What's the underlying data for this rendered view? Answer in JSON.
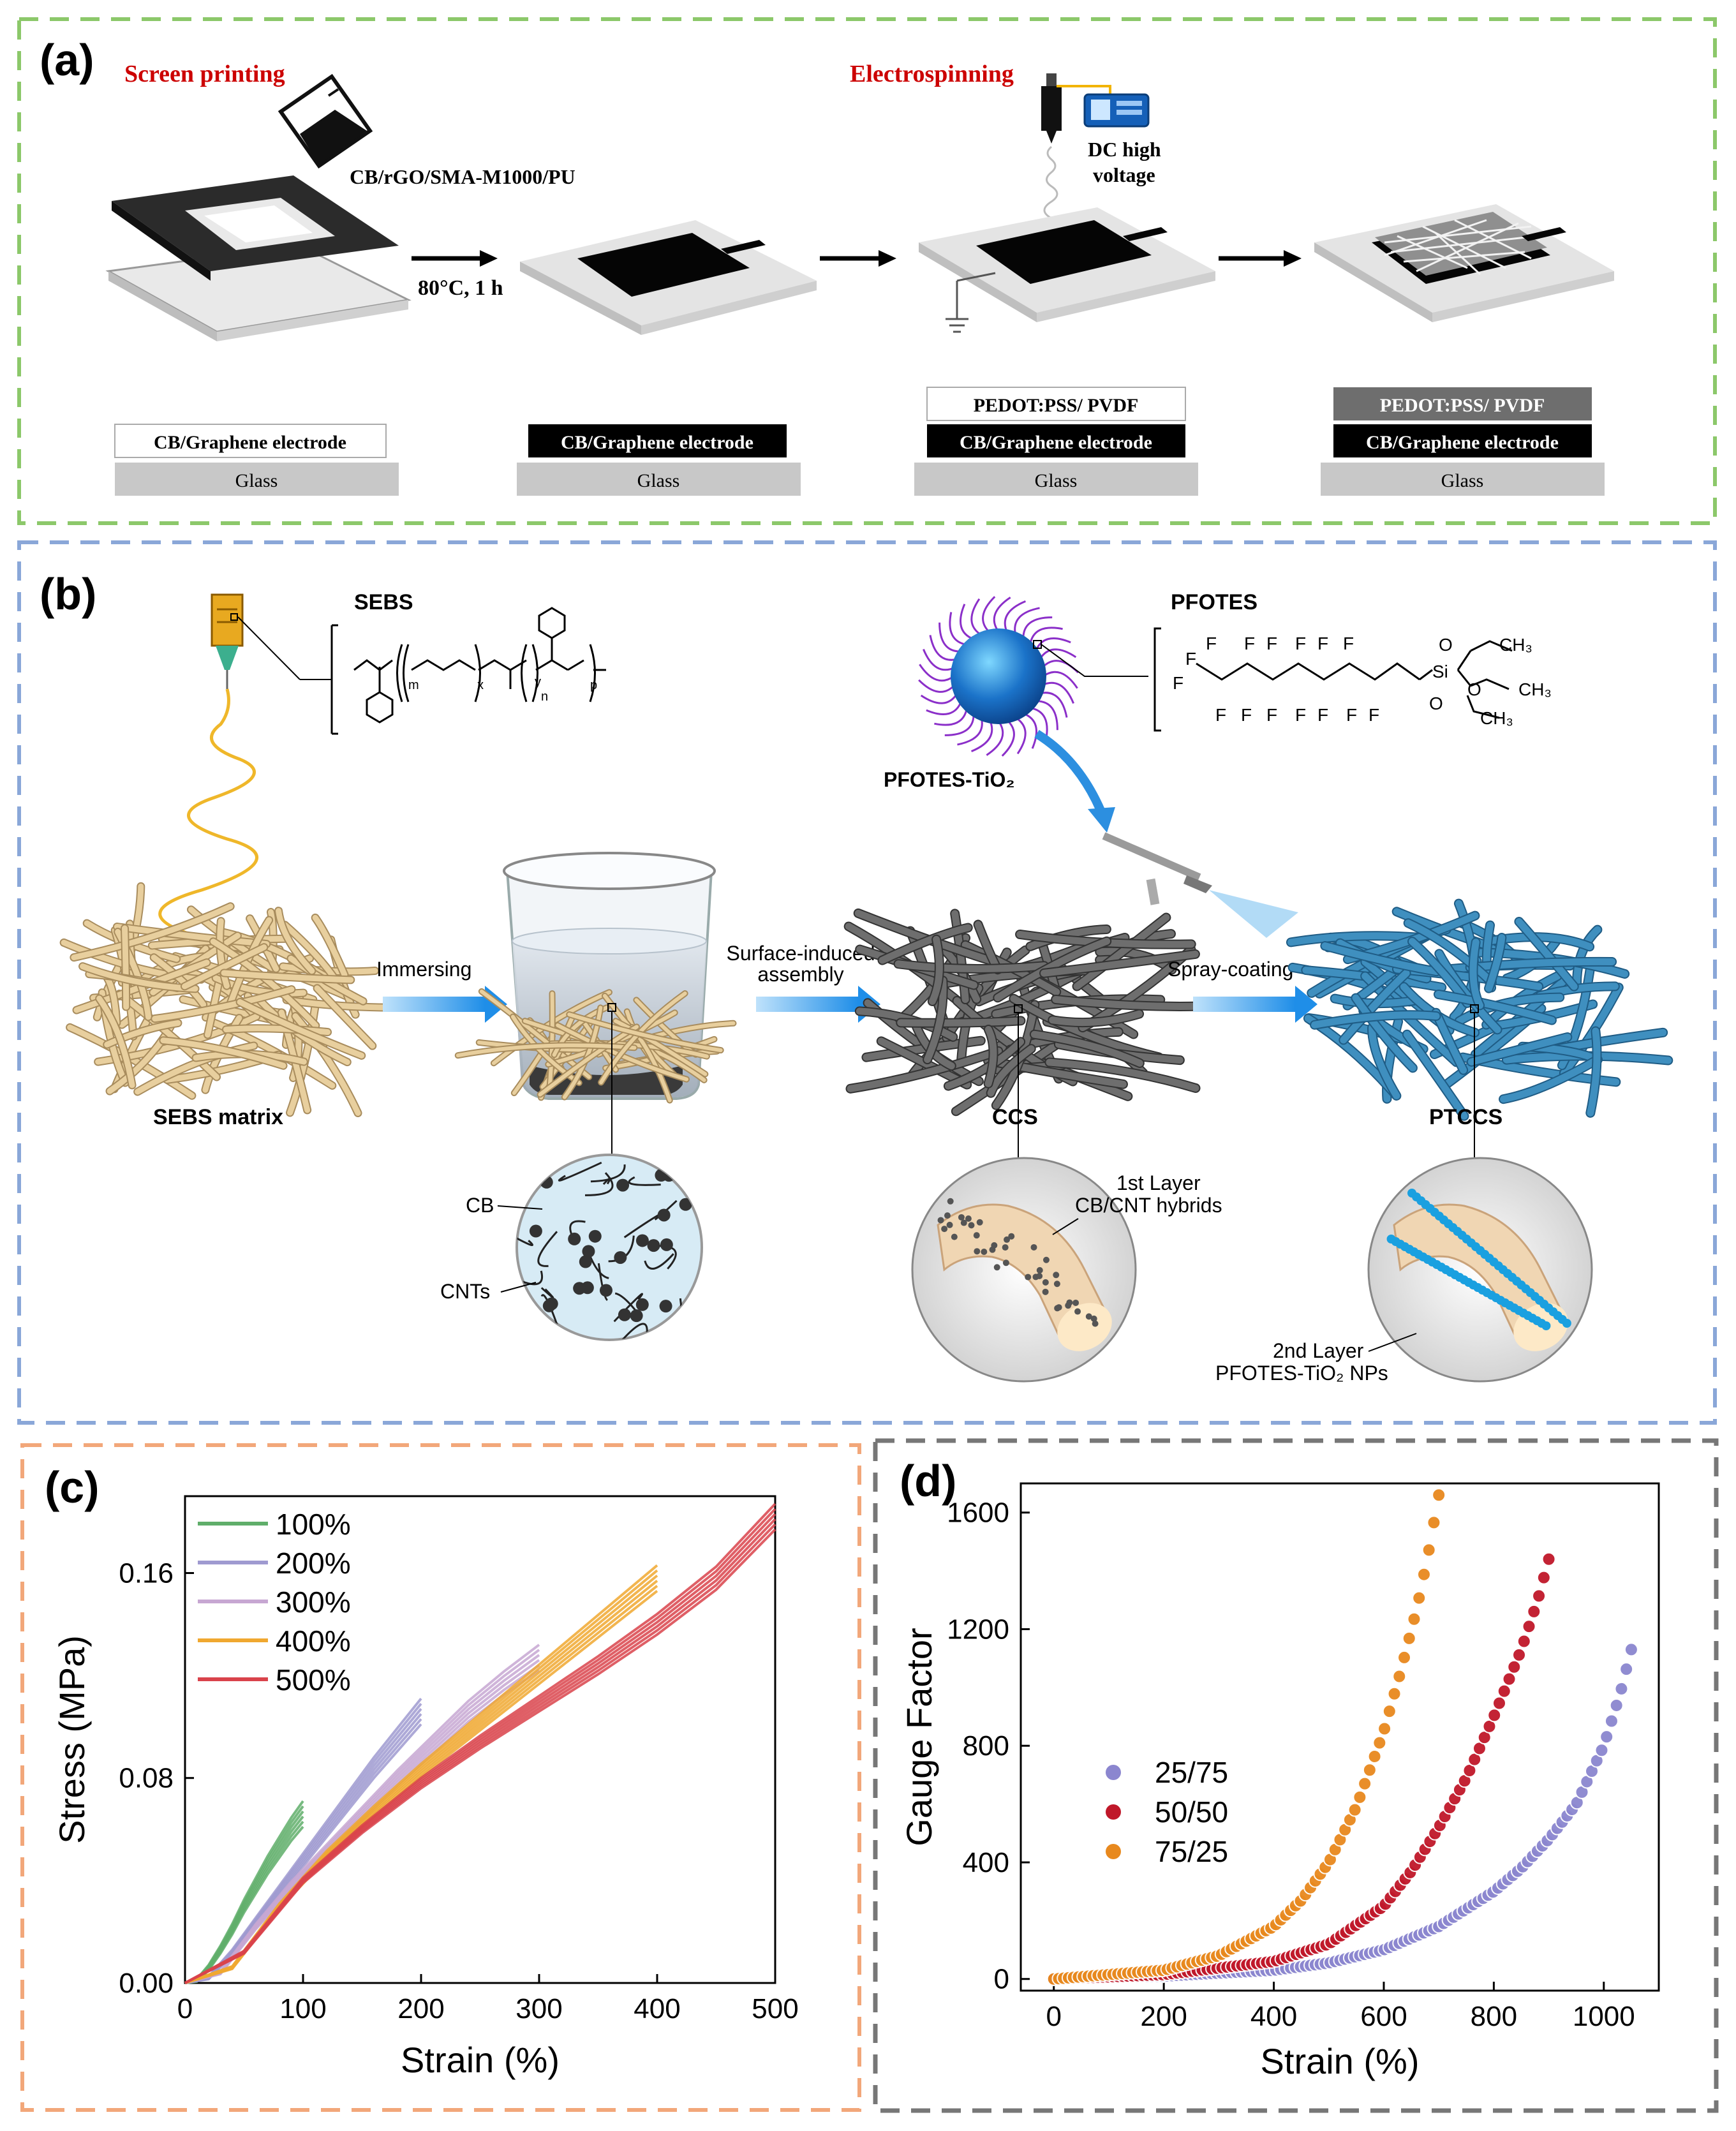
{
  "panel_a": {
    "label": "(a)",
    "screen_printing_title": "Screen printing",
    "ink_label": "CB/rGO/SMA-M1000/PU",
    "condition": "80°C, 1 h",
    "electrospinning_title": "Electrospinning",
    "dc_voltage_line1": "DC high",
    "dc_voltage_line2": "voltage",
    "stacks": [
      {
        "layers": [
          "CB/Graphene electrode",
          "Glass"
        ]
      },
      {
        "layers": [
          "CB/Graphene electrode",
          "Glass"
        ]
      },
      {
        "layers": [
          "PEDOT:PSS/ PVDF",
          "CB/Graphene electrode",
          "Glass"
        ]
      },
      {
        "layers": [
          "PEDOT:PSS/ PVDF",
          "CB/Graphene electrode",
          "Glass"
        ]
      }
    ],
    "colors": {
      "title_red": "#cc0000",
      "border": "#8cc86a"
    }
  },
  "panel_b": {
    "label": "(b)",
    "sebs_label": "SEBS",
    "pfotes_label": "PFOTES",
    "pfotes_tio2_label": "PFOTES-TiO₂",
    "step_immersing": "Immersing",
    "step_surface_1": "Surface-induced",
    "step_surface_2": "assembly",
    "step_spray": "Spray-coating",
    "sebs_matrix": "SEBS matrix",
    "ccs": "CCS",
    "ptccs": "PTCCS",
    "cb": "CB",
    "cnts": "CNTs",
    "layer1_a": "1st Layer",
    "layer1_b": "CB/CNT hybrids",
    "layer2_a": "2nd Layer",
    "layer2_b": "PFOTES-TiO₂ NPs",
    "sebs_subscripts": {
      "m": "m",
      "x": "x",
      "y": "y",
      "n": "n",
      "p": "p"
    },
    "pfotes_atoms": {
      "f": "F",
      "si": "Si",
      "o": "O",
      "ch3": "CH₃"
    },
    "colors": {
      "border": "#8aa7d8",
      "fiber": "#e8cf9e",
      "ccs_fiber": "#6e6e6e",
      "ptccs_fiber": "#3f8fbf"
    }
  },
  "chart_data": [
    {
      "panel_label": "(c)",
      "type": "line",
      "xlabel": "Strain (%)",
      "ylabel": "Stress (MPa)",
      "xlim": [
        0,
        500
      ],
      "ylim": [
        0,
        0.19
      ],
      "xticks": [
        "0",
        "100",
        "200",
        "300",
        "400",
        "500"
      ],
      "yticks": [
        "0.00",
        "0.08",
        "0.16"
      ],
      "series": [
        {
          "name": "100%",
          "color": "#5fae6a",
          "x": [
            0,
            10,
            20,
            30,
            40,
            50,
            60,
            70,
            80,
            90,
            100
          ],
          "y": [
            0,
            0.001,
            0.006,
            0.013,
            0.021,
            0.03,
            0.038,
            0.046,
            0.053,
            0.06,
            0.066
          ]
        },
        {
          "name": "200%",
          "color": "#9f9ad0",
          "x": [
            0,
            20,
            40,
            60,
            80,
            100,
            120,
            140,
            160,
            180,
            200
          ],
          "y": [
            0,
            0.002,
            0.012,
            0.024,
            0.036,
            0.048,
            0.06,
            0.072,
            0.084,
            0.095,
            0.106
          ]
        },
        {
          "name": "300%",
          "color": "#c7a7d2",
          "x": [
            0,
            30,
            60,
            90,
            120,
            150,
            180,
            210,
            240,
            270,
            300
          ],
          "y": [
            0,
            0.004,
            0.022,
            0.038,
            0.052,
            0.066,
            0.08,
            0.093,
            0.106,
            0.117,
            0.127
          ]
        },
        {
          "name": "400%",
          "color": "#f0a830",
          "x": [
            0,
            40,
            80,
            120,
            160,
            200,
            240,
            280,
            320,
            360,
            400
          ],
          "y": [
            0,
            0.006,
            0.03,
            0.05,
            0.067,
            0.083,
            0.098,
            0.113,
            0.128,
            0.143,
            0.158
          ]
        },
        {
          "name": "500%",
          "color": "#d9434b",
          "x": [
            0,
            50,
            100,
            150,
            200,
            250,
            300,
            350,
            400,
            450,
            500
          ],
          "y": [
            0,
            0.012,
            0.04,
            0.06,
            0.078,
            0.094,
            0.109,
            0.124,
            0.14,
            0.158,
            0.182
          ]
        }
      ],
      "legend": "top-left"
    },
    {
      "panel_label": "(d)",
      "type": "scatter",
      "xlabel": "Strain (%)",
      "ylabel": "Gauge Factor",
      "xlim": [
        -60,
        1100
      ],
      "ylim": [
        -40,
        1700
      ],
      "xticks": [
        "0",
        "200",
        "400",
        "600",
        "800",
        "1000"
      ],
      "yticks": [
        "0",
        "400",
        "800",
        "1200",
        "1600"
      ],
      "series": [
        {
          "name": "25/75",
          "color": "#8b86cf",
          "x": [
            0,
            200,
            400,
            500,
            600,
            700,
            800,
            850,
            900,
            950,
            1000,
            1030,
            1050
          ],
          "y": [
            0,
            10,
            30,
            55,
            100,
            180,
            300,
            380,
            480,
            600,
            800,
            980,
            1130
          ]
        },
        {
          "name": "50/50",
          "color": "#c0182a",
          "x": [
            0,
            200,
            400,
            500,
            600,
            650,
            700,
            750,
            800,
            850,
            880,
            900
          ],
          "y": [
            0,
            15,
            60,
            120,
            250,
            370,
            520,
            690,
            900,
            1130,
            1300,
            1440
          ]
        },
        {
          "name": "75/25",
          "color": "#e8891e",
          "x": [
            0,
            200,
            300,
            400,
            450,
            500,
            550,
            600,
            630,
            660,
            680,
            700
          ],
          "y": [
            0,
            30,
            80,
            180,
            270,
            400,
            590,
            850,
            1050,
            1270,
            1450,
            1660
          ]
        }
      ],
      "legend": "center-left"
    }
  ]
}
